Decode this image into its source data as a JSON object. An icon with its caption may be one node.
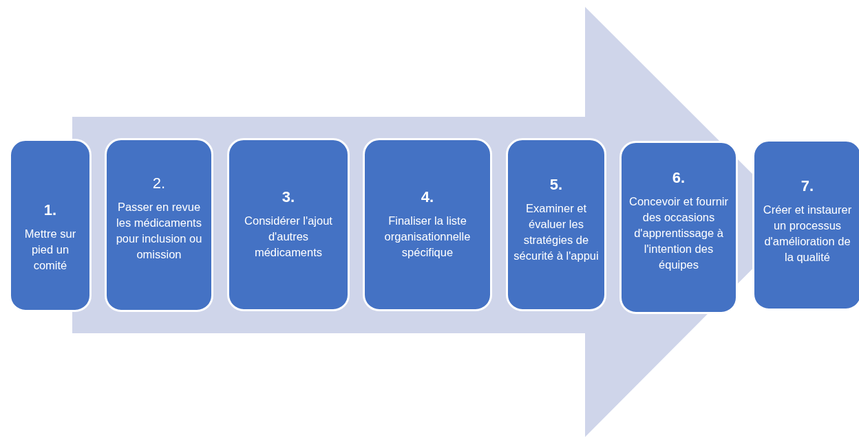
{
  "diagram": {
    "nodes": [
      {
        "text": [
          "1.",
          "Mettre sur pied un comité"
        ]
      },
      {
        "text": [
          "2.",
          "Passer en revue les médicaments pour inclusion ou omission"
        ]
      },
      {
        "text": [
          "3.",
          "Considérer l'ajout d'autres médicaments"
        ]
      },
      {
        "text": [
          "4.",
          "Finaliser la liste organisationnelle spécifique"
        ]
      },
      {
        "text": [
          "5.",
          "Examiner et évaluer les stratégies de sécurité à l'appui"
        ]
      },
      {
        "text": [
          "6.",
          "Concevoir et fournir des occasions d'apprentissage à l'intention des équipes"
        ]
      },
      {
        "text": [
          "7.",
          "Créer et instaurer un processus d'amélioration de la qualité"
        ]
      }
    ],
    "edges": [
      {
        "from": 0,
        "to": 6,
        "arrow": "to"
      }
    ]
  }
}
